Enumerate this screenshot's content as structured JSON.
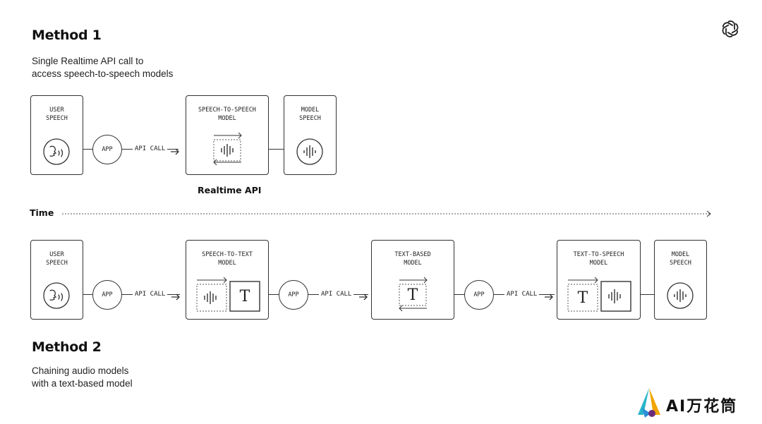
{
  "method1": {
    "title": "Method 1",
    "description_line1": "Single Realtime API call to",
    "description_line2": "access speech-to-speech models",
    "user_speech": "USER\nSPEECH",
    "app": "APP",
    "api_call": "API CALL",
    "s2s_model": "SPEECH-TO-SPEECH\nMODEL",
    "model_speech": "MODEL\nSPEECH",
    "caption": "Realtime API"
  },
  "timeline": {
    "label": "Time"
  },
  "method2": {
    "title": "Method 2",
    "description_line1": "Chaining audio models",
    "description_line2": "with a text-based model",
    "user_speech": "USER\nSPEECH",
    "app_1": "APP",
    "api_call_1": "API CALL",
    "stt_model": "SPEECH-TO-TEXT\nMODEL",
    "app_2": "APP",
    "api_call_2": "API CALL",
    "text_model": "TEXT-BASED\nMODEL",
    "app_3": "APP",
    "api_call_3": "API CALL",
    "tts_model": "TEXT-TO-SPEECH\nMODEL",
    "model_speech": "MODEL\nSPEECH"
  },
  "glyphs": {
    "text_glyph": "T"
  },
  "watermark": {
    "text": "AI万花筒"
  },
  "icons": [
    "openai-logo-icon",
    "speaking-head-icon",
    "waveform-icon",
    "text-t-icon",
    "watermark-logo-icon"
  ]
}
